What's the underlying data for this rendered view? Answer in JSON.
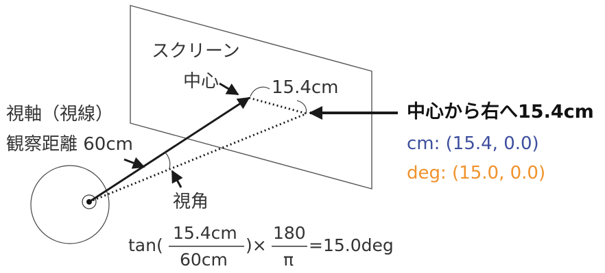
{
  "screen_label": "スクリーン",
  "center_label": "中心",
  "offset_label": "15.4cm",
  "axis_label": "視軸（視線）",
  "distance_label": "観察距離 60cm",
  "visual_angle_label": "視角",
  "result_label": "中心から右へ15.4cm",
  "cm_coord": "cm: (15.4, 0.0)",
  "deg_coord": "deg: (15.0, 0.0)",
  "formula": {
    "prefix": "tan(",
    "numerator": "15.4cm",
    "denominator": "60cm",
    "mid": ")×",
    "num2": "180",
    "den2": "π",
    "result": "=15.0deg"
  },
  "colors": {
    "cm": "#3d4e9e",
    "deg": "#f0922b",
    "line": "#1a1a1a"
  }
}
